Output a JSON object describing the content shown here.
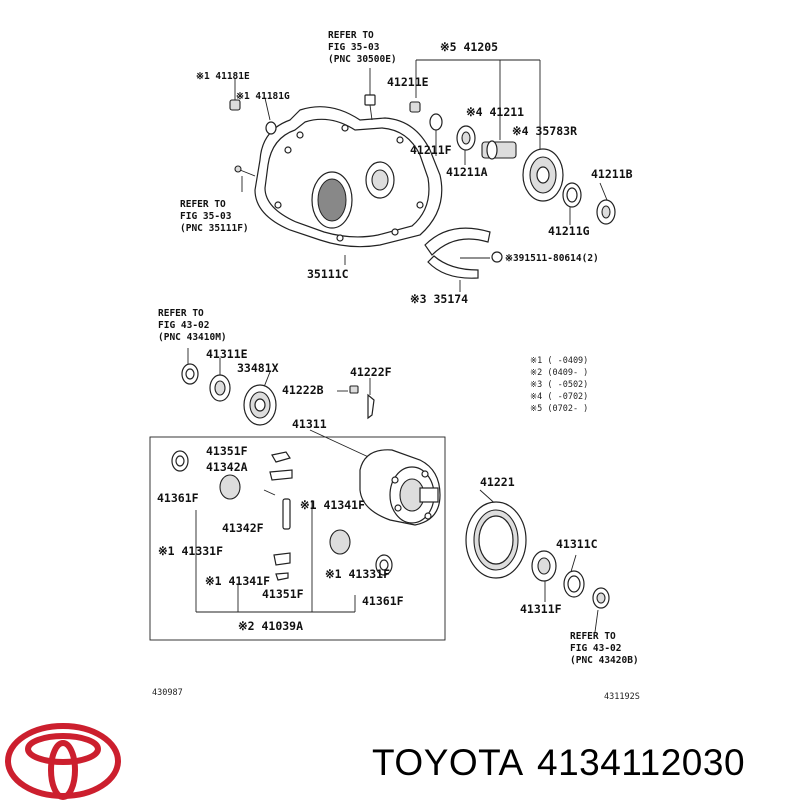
{
  "labels": {
    "p41181e": "※1 41181E",
    "p41181g": "※1 41181G",
    "refer3503a_1": "REFER TO",
    "refer3503a_2": "FIG 35-03",
    "refer3503a_3": "(PNC 30500E)",
    "p41205": "※5 41205",
    "p41211e": "41211E",
    "p41211": "※4 41211",
    "p35783r": "※4 35783R",
    "p41211f": "41211F",
    "p41211a": "41211A",
    "p41211b": "41211B",
    "p41211g": "41211G",
    "refer3503b_1": "REFER TO",
    "refer3503b_2": "FIG 35-03",
    "refer3503b_3": "(PNC 35111F)",
    "p35111c": "35111C",
    "p391511": "※391511-80614(2)",
    "p35174": "※3 35174",
    "refer4302a_1": "REFER TO",
    "refer4302a_2": "FIG 43-02",
    "refer4302a_3": "(PNC 43410M)",
    "p41311e": "41311E",
    "p33481x": "33481X",
    "p41222b": "41222B",
    "p41222f": "41222F",
    "p41311": "41311",
    "p41351f_top": "41351F",
    "p41342a": "41342A",
    "p41361f_left": "41361F",
    "p41341f_top": "※1 41341F",
    "p41342f": "41342F",
    "p41331f_left": "※1 41331F",
    "p41341f_bottom": "※1 41341F",
    "p41351f_bottom": "41351F",
    "p41331f_right": "※1 41331F",
    "p41361f_right": "41361F",
    "p41039a": "※2 41039A",
    "p41221": "41221",
    "p41311c": "41311C",
    "p41311f": "41311F",
    "refer4302b_1": "REFER TO",
    "refer4302b_2": "FIG 43-02",
    "refer4302b_3": "(PNC 43420B)",
    "code_left": "430987",
    "code_right": "431192S"
  },
  "notes": [
    "※1 (      -0409)",
    "※2 (0409-      )",
    "※3 (      -0502)",
    "※4 (      -0702)",
    "※5 (0702-      )"
  ],
  "brand": {
    "name": "TOYOTA",
    "part_number": "4134112030",
    "logo_color": "#cc1f2e"
  }
}
